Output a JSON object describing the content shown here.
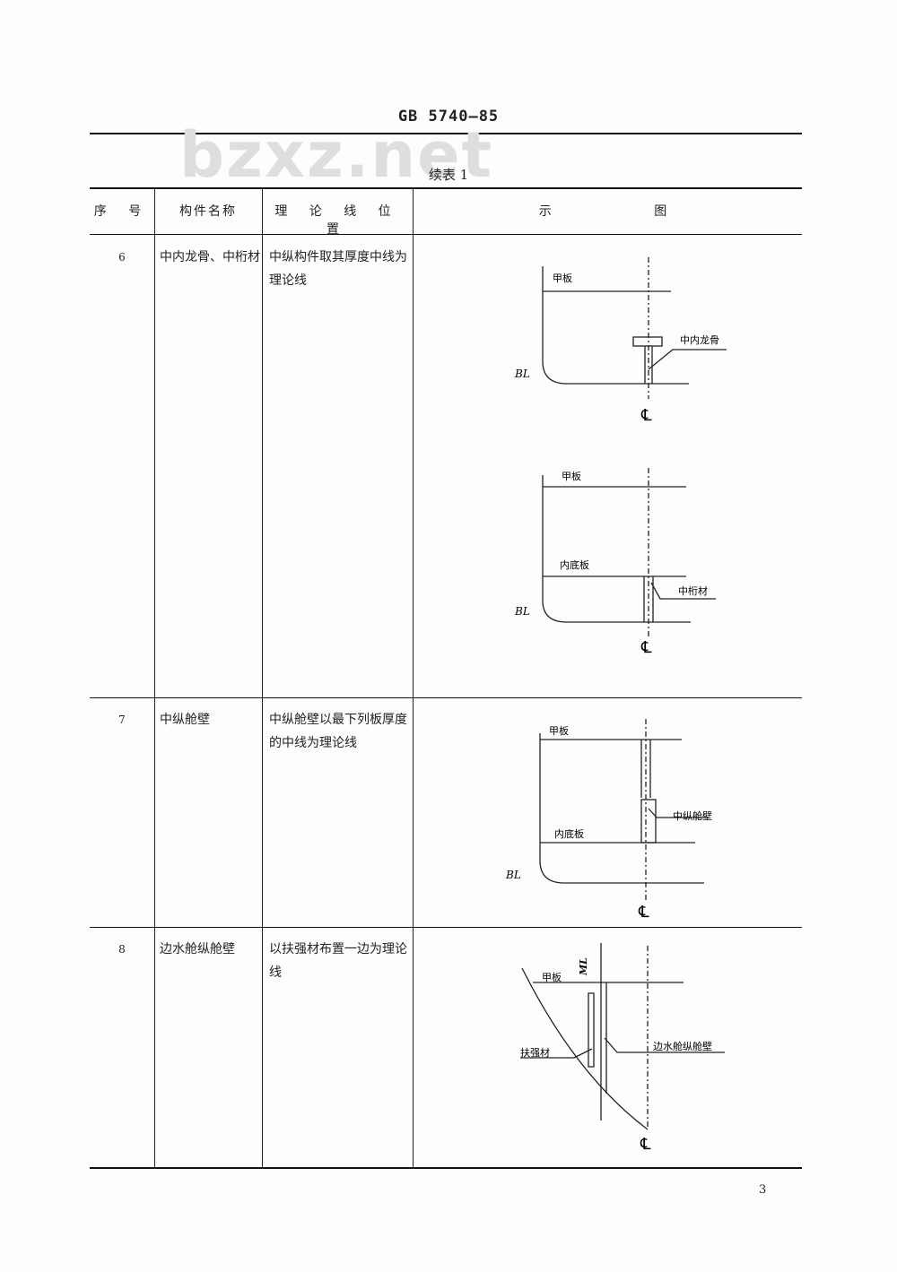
{
  "header": {
    "standard_code": "GB 5740—85",
    "watermark": "bzxz.net"
  },
  "table": {
    "caption": "续表 1",
    "columns": [
      "序 号",
      "构件名称",
      "理 论 线 位 置",
      "示 图"
    ],
    "rows": [
      {
        "no": "6",
        "name": "中内龙骨、中桁材",
        "position": "中纵构件取其厚度中线为理论线",
        "diagrams": [
          {
            "labels": {
              "deck": "甲板",
              "member": "中内龙骨",
              "baseline": "BL",
              "centerline": "℄"
            }
          },
          {
            "labels": {
              "deck": "甲板",
              "inner_bottom": "内底板",
              "member": "中桁材",
              "baseline": "BL",
              "centerline": "℄"
            }
          }
        ]
      },
      {
        "no": "7",
        "name": "中纵舱壁",
        "position": "中纵舱壁以最下列板厚度的中线为理论线",
        "diagrams": [
          {
            "labels": {
              "deck": "甲板",
              "member": "中纵舱壁",
              "inner_bottom": "内底板",
              "baseline": "BL",
              "centerline": "℄"
            }
          }
        ]
      },
      {
        "no": "8",
        "name": "边水舱纵舱壁",
        "position": "以扶强材布置一边为理论线",
        "diagrams": [
          {
            "labels": {
              "ml": "ML",
              "deck": "甲板",
              "stiffener": "扶强材",
              "member": "边水舱纵舱壁",
              "centerline": "℄"
            }
          }
        ]
      }
    ]
  },
  "footer": {
    "page_number": "3"
  }
}
